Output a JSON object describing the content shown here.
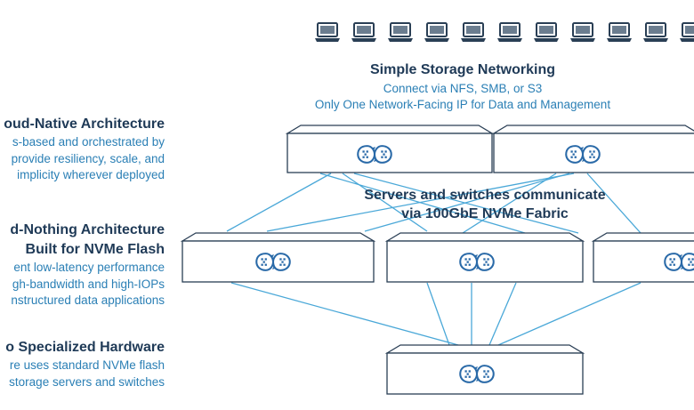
{
  "colors": {
    "navy": "#1f3a57",
    "blue": "#2a7fb5",
    "line": "#4aa8d8",
    "logo": "#2a6aa8"
  },
  "features": [
    {
      "title_lines": [
        "oud-Native Architecture"
      ],
      "desc_lines": [
        "s-based and orchestrated by",
        "provide resiliency, scale, and",
        "implicity wherever deployed"
      ]
    },
    {
      "title_lines": [
        "d-Nothing Architecture",
        "Built for NVMe Flash"
      ],
      "desc_lines": [
        "ent low-latency performance",
        "gh-bandwidth and high-IOPs",
        "nstructured data applications"
      ]
    },
    {
      "title_lines": [
        "o Specialized Hardware"
      ],
      "desc_lines": [
        "re uses standard NVMe flash",
        "storage servers and switches"
      ]
    }
  ],
  "network": {
    "title": "Simple Storage Networking",
    "lines": [
      "Connect via NFS, SMB, or S3",
      "Only One Network-Facing IP for Data and Management"
    ]
  },
  "fabric": {
    "lines": [
      "Servers and switches communicate",
      "via 100GbE NVMe Fabric"
    ]
  },
  "icons": {
    "client": "laptop-icon",
    "node_logo": "infinity-logo-icon"
  },
  "client_count": 11
}
